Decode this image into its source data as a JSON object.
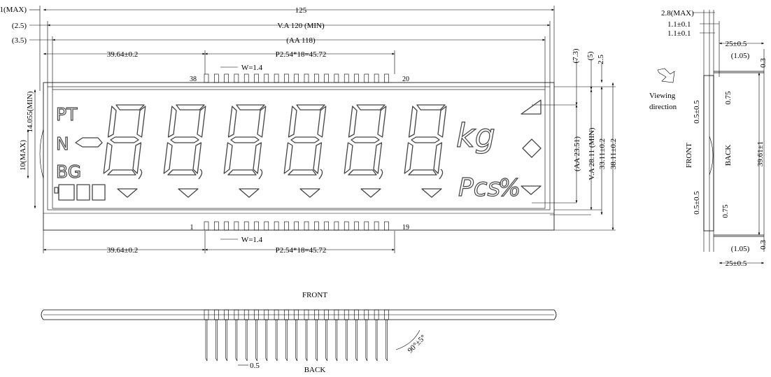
{
  "front_view": {
    "overall_width": "125",
    "va_width": "V.A 120 (MIN)",
    "aa_width": "(AA 118)",
    "offset_left": "39.64±0.2",
    "pitch_top": "P2.54*18=45.72",
    "pitch_bottom": "P2.54*18=45.72",
    "pin_width_top": "W=1.4",
    "pin_width_bottom": "W=1.4",
    "pin_38": "38",
    "pin_20": "20",
    "pin_1": "1",
    "pin_19": "19",
    "left_1max": "1(MAX)",
    "left_2_5": "(2.5)",
    "left_3_5": "(3.5)",
    "left_height": "14.055(MIN)",
    "left_10max": "10(MAX)",
    "right_7_3": "(7.3)",
    "right_5": "(5)",
    "right_2_5": "2.5",
    "right_aa": "(AA 23.51)",
    "right_va": "V.A 28.11 (MIN)",
    "right_33": "33.11±0.2",
    "right_38": "38.11±0.2"
  },
  "lcd": {
    "label_pt": "PT",
    "label_n": "N",
    "label_bg": "BG",
    "unit_kg": "kg",
    "unit_pcs": "Pcs",
    "unit_percent": "%"
  },
  "side_view": {
    "thick_max": "2.8(MAX)",
    "t1": "1.1±0.1",
    "t2": "1.1±0.1",
    "pin_len_top": "25±0.5",
    "pin_len_bottom": "25±0.5",
    "bend_top": "(1.05)",
    "bend_bottom": "(1.05)",
    "gap_03_top": "0.3",
    "gap_03_bottom": "0.3",
    "viewing": "Viewing",
    "direction": "direction",
    "front": "FRONT",
    "back": "BACK",
    "d075_top": "0.75",
    "d075_bottom": "0.75",
    "d05_top": "0.5±0.5",
    "d05_bottom": "0.5±0.5",
    "height": "39.61±1"
  },
  "bottom_view": {
    "front": "FRONT",
    "back": "BACK",
    "pin_thick": "0.5",
    "angle": "90°±5°"
  }
}
